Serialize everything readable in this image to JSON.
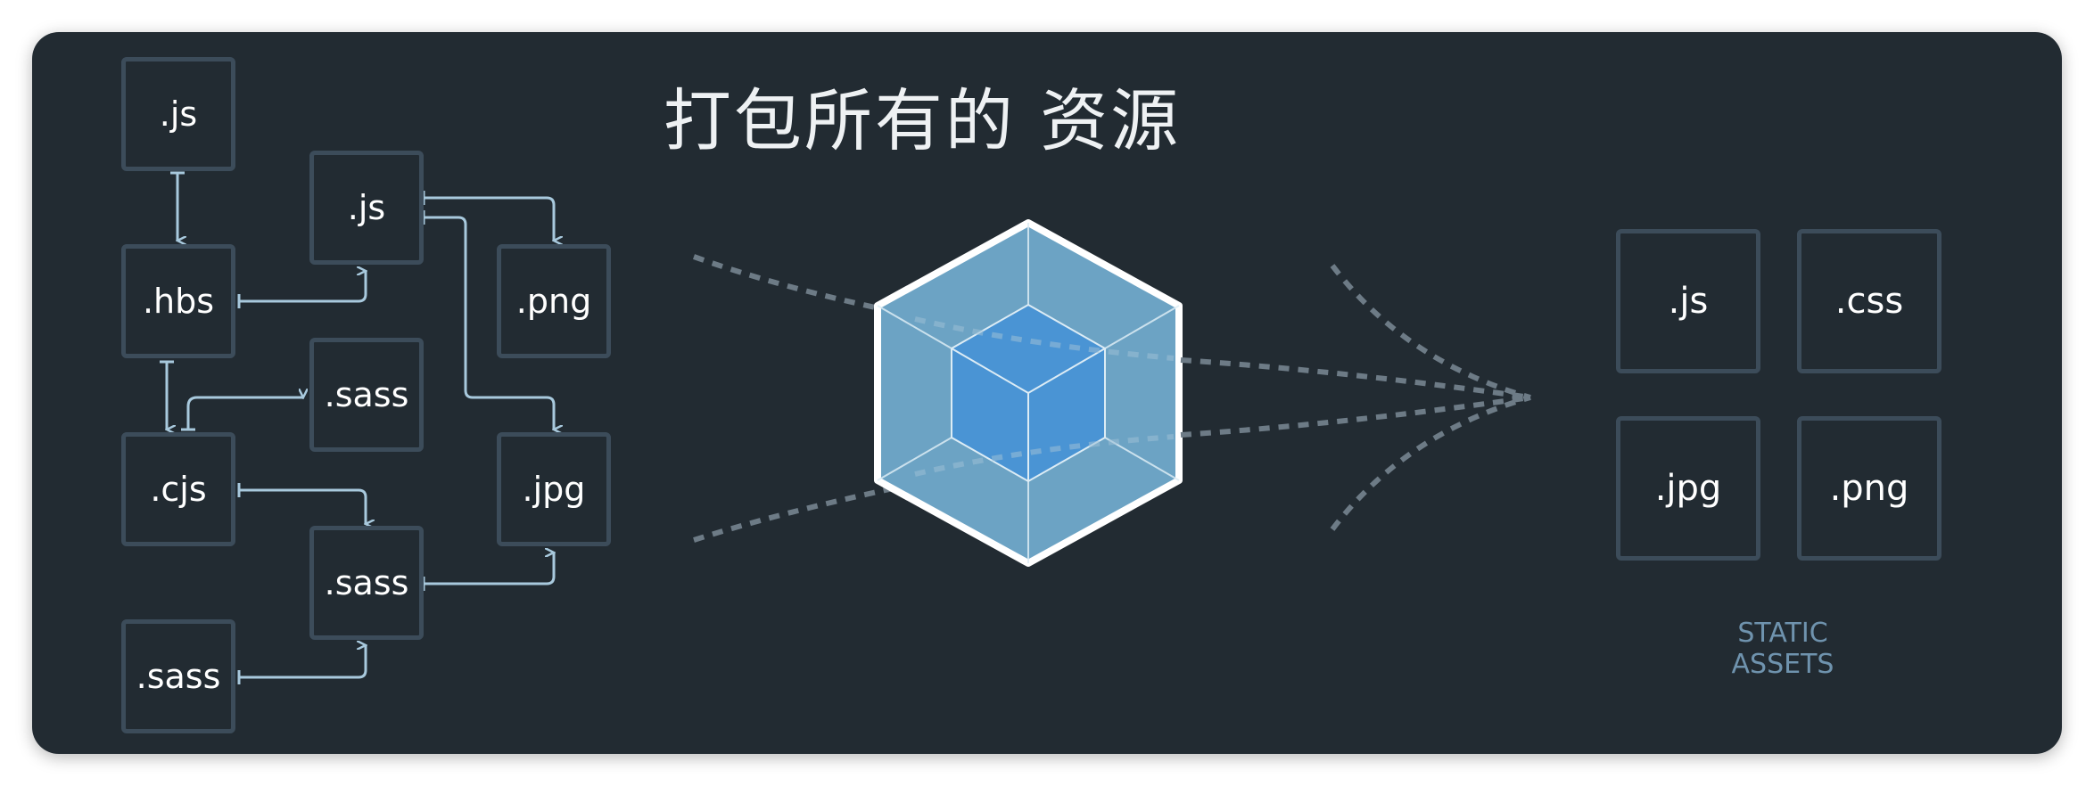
{
  "title": "打包所有的 资源",
  "source_files": {
    "js_top": ".js",
    "js_mid": ".js",
    "hbs": ".hbs",
    "png": ".png",
    "sass_1": ".sass",
    "cjs": ".cjs",
    "jpg": ".jpg",
    "sass_2": ".sass",
    "sass_3": ".sass"
  },
  "bundler_icon": "webpack-cube-icon",
  "output_files": {
    "js": ".js",
    "css": ".css",
    "jpg": ".jpg",
    "png": ".png"
  },
  "output_caption": "STATIC ASSETS",
  "colors": {
    "background": "#222b32",
    "box_border": "#3c4c5a",
    "arrow": "#a8c9dd",
    "dotted": "#6d7b86",
    "cube_outer": "#6ca3c4",
    "cube_inner": "#4a94d4",
    "caption": "#6f93ae"
  }
}
